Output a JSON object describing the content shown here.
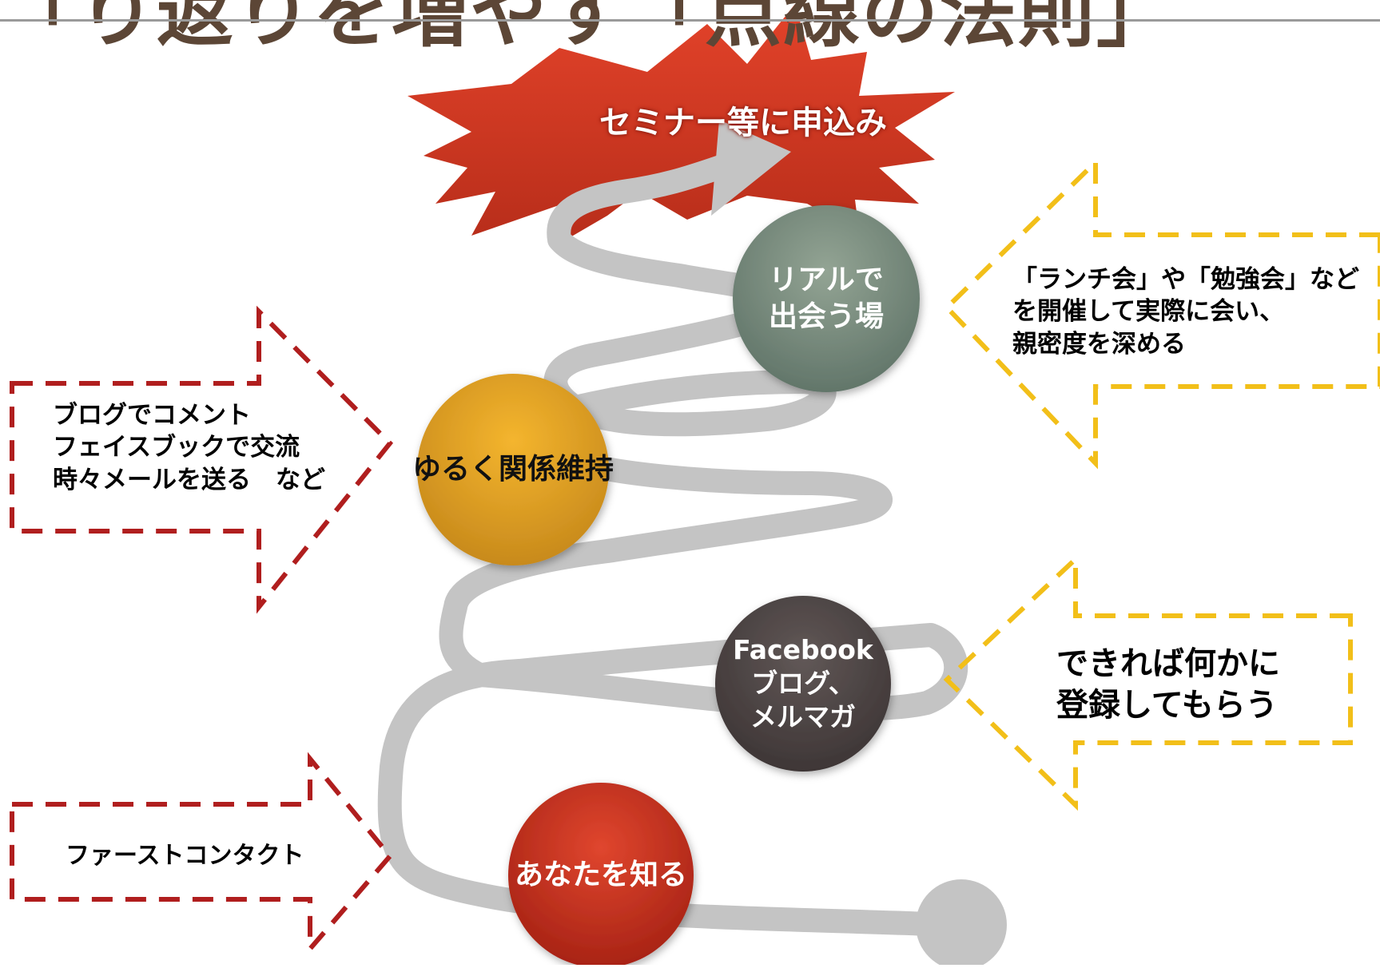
{
  "title": "「り返りを増やす「点線の法則」",
  "goal": {
    "label": "セミナー等に申込み",
    "color": "#d23a23"
  },
  "nodes": [
    {
      "label": "あなたを知る",
      "color": "#c8321f"
    },
    {
      "label": "Facebook\nブログ、\nメルマガ",
      "color": "#4e4645"
    },
    {
      "label": "ゆるく関係維持",
      "color": "#e8a228"
    },
    {
      "label": "リアルで\n出会う場",
      "color": "#7d8f80"
    }
  ],
  "callouts": {
    "first_contact": {
      "text": "ファーストコンタクト",
      "color": "#b01e1e"
    },
    "keep_relation": {
      "text": "ブログでコメント\nフェイスブックで交流\n時々メールを送る　など",
      "color": "#b01e1e"
    },
    "register": {
      "text": "できれば何かに\n登録してもらう",
      "color": "#f2bf19"
    },
    "meet": {
      "text": "「ランチ会」や「勉強会」など\nを開催して実際に会い、\n親密度を深める",
      "color": "#f2bf19"
    }
  },
  "path_color": "#c4c4c4"
}
